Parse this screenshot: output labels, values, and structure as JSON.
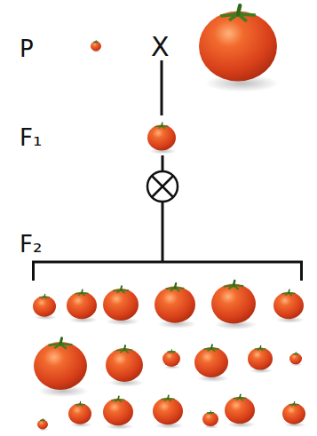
{
  "diagram": {
    "labels": [
      "P",
      "X",
      "F₁",
      "F₂"
    ]
  }
}
